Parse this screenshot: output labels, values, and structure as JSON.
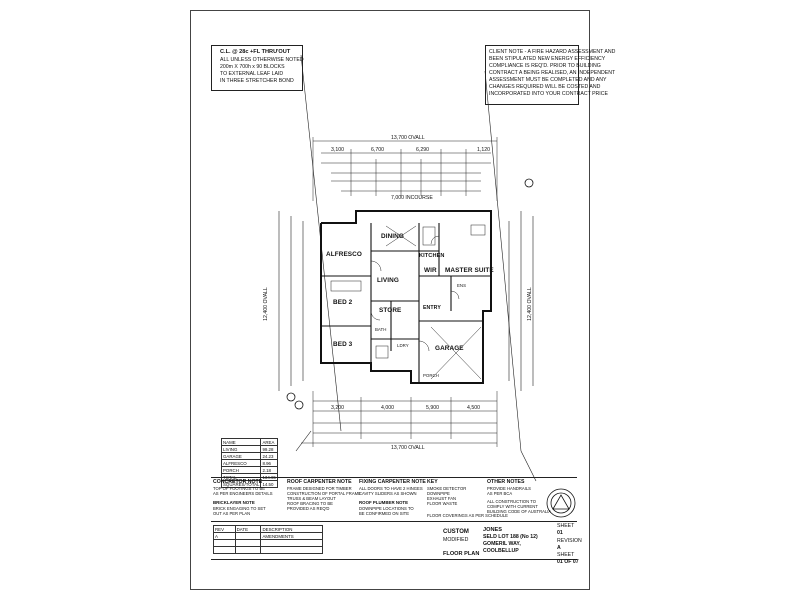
{
  "notes": {
    "top_left": [
      "C.L. @ 28c +FL THRU'OUT",
      "ALL UNLESS OTHERWISE NOTED",
      "200m X 700h x 90 BLOCKS",
      "TO EXTERNAL LEAF LAID",
      "IN THREE STRETCHER BOND"
    ],
    "top_right_title": "CLIENT NOTE",
    "top_right": [
      "CLIENT NOTE - A FIRE HAZARD ASSESSMENT AND",
      "BEEN STIPULATED NEW ENERGY EFFICIENCY",
      "COMPLIANCE IS REQ'D. PRIOR TO BUILDING",
      "CONTRACT A BEING REALISED, AN INDEPENDENT",
      "ASSESSMENT MUST BE COMPLETED AND ANY",
      "CHANGES REQUIRED WILL BE COSTED AND",
      "INCORPORATED INTO YOUR CONTRACT PRICE"
    ]
  },
  "dimensions": {
    "overall_top": "13,700 OVALL",
    "overall_bottom": "13,700 OVALL",
    "overall_left": "12,400 OVALL",
    "overall_right": "12,400 OVALL",
    "top_row": [
      "3,100",
      "6,700",
      "6,290",
      "1,120"
    ],
    "bottom_row": [
      "3,200",
      "4,000",
      "5,900",
      "4,500"
    ],
    "brickwork": "7,000 INCOURSE"
  },
  "rooms": {
    "alfresco": "ALFRESCO",
    "dining": "DINING",
    "kitchen": "KITCHEN",
    "living": "LIVING",
    "wir": "WIR",
    "master": "MASTER SUITE",
    "bed2": "BED 2",
    "bed3": "BED 3",
    "store": "STORE",
    "entry": "ENTRY",
    "garage": "GARAGE",
    "ens": "ENS",
    "bath": "BATH",
    "ldry": "LDRY",
    "porch": "PORCH"
  },
  "area_table": {
    "header": [
      "NAME",
      "AREA"
    ],
    "rows": [
      [
        "LIVING",
        "99.28"
      ],
      [
        "GARAGE",
        "24.23"
      ],
      [
        "ALFRESCO",
        "8.96"
      ],
      [
        "PORCH",
        "2.18"
      ],
      [
        "TOTAL",
        "134.65"
      ],
      [
        "SQUARES/TOTAL",
        "14.50"
      ]
    ]
  },
  "spec_notes": [
    {
      "title": "CONCRETOR NOTE",
      "lines": [
        "TOP OF FOOTINGS TO BE",
        "AS PER ENGINEERS DETAILS",
        "",
        "BRICKLAYER NOTE",
        "BRICK ENGAGING TO SET",
        "OUT AS PER PLAN"
      ]
    },
    {
      "title": "ROOF CARPENTER NOTE",
      "lines": [
        "FRAME DESIGNED FOR TIMBER",
        "CONSTRUCTION OF PORTAL FRAME",
        "TRUSS & BEAM LAYOUT",
        "ROOF BRACING TO BE",
        "PROVIDED AS REQ'D"
      ]
    },
    {
      "title": "FIXING CARPENTER NOTE",
      "lines": [
        "ALL DOORS TO HAVE 2 HINGES",
        "CAVITY SLIDERS AS SHOWN",
        "",
        "ROOF PLUMBER NOTE",
        "DOWNPIPE LOCATIONS TO",
        "BE CONFIRMED ON SITE"
      ]
    },
    {
      "title": "KEY",
      "lines": [
        "SMOKE DETECTOR",
        "DOWNPIPE",
        "EXHAUST FAN",
        "FLOOR WASTE",
        "",
        "FLOOR COVERINGS AS PER SCHEDULE"
      ]
    },
    {
      "title": "OTHER NOTES",
      "lines": [
        "PROVIDE HANDRAILS",
        "AS PER BCA",
        "ALL CONSTRUCTION TO",
        "COMPLY WITH CURRENT",
        "BUILDING CODE OF AUSTRALIA"
      ]
    }
  ],
  "title_block": {
    "client_label": "CUSTOM",
    "client_sub": "MODIFIED",
    "drawing_label": "FLOOR PLAN",
    "project": [
      "JONES",
      "SELD LOT 188 (No 12)",
      "GOMERIL WAY,",
      "COOLBELLUP"
    ],
    "sheet_no": [
      "SHEET",
      "01",
      "REVISION",
      "A",
      "SHEET",
      "01 OF 07"
    ]
  },
  "revisions": {
    "header": [
      "REV",
      "DATE",
      "DESCRIPTION"
    ],
    "rows": [
      [
        "A",
        "",
        "AMENDMENTS"
      ]
    ]
  }
}
